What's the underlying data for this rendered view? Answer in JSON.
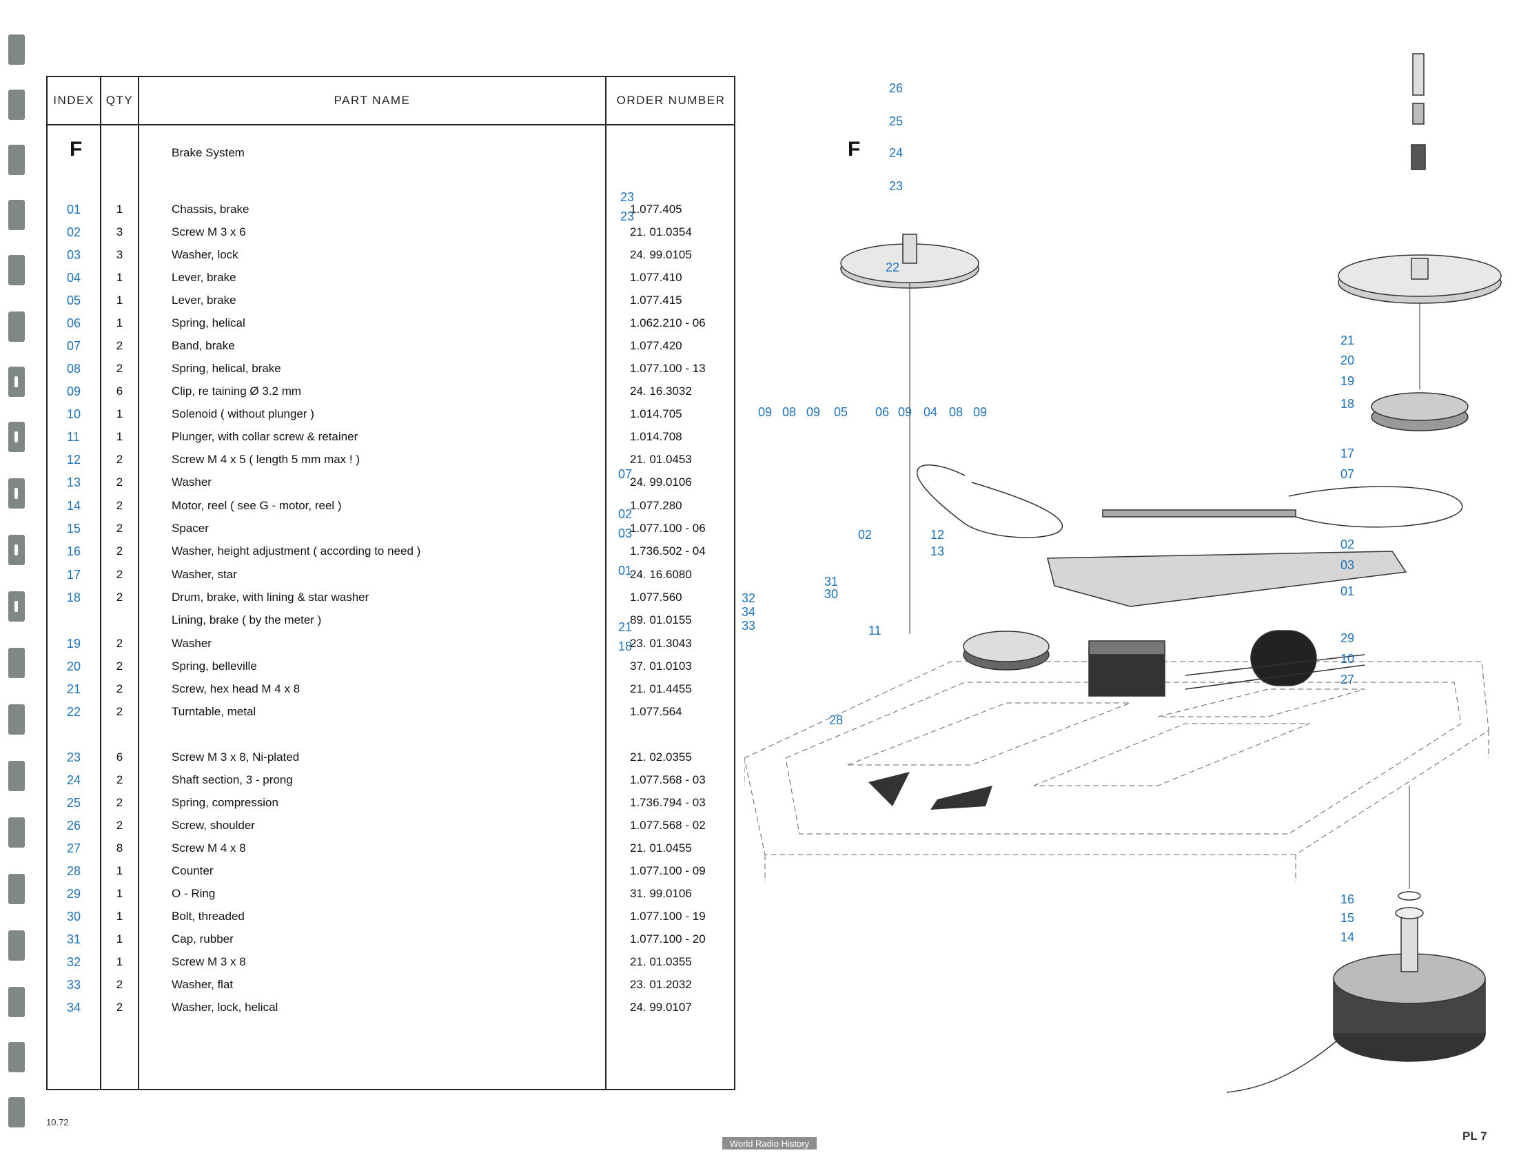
{
  "header": {
    "index": "INDEX",
    "qty": "QTY",
    "part_name": "PART NAME",
    "order_number": "ORDER NUMBER"
  },
  "section": {
    "letter": "F",
    "title": "Brake System"
  },
  "rows": [
    {
      "index": "01",
      "qty": "1",
      "name": "Chassis, brake",
      "order": "1.077.405"
    },
    {
      "index": "02",
      "qty": "3",
      "name": "Screw M 3 x 6",
      "order": "21. 01.0354"
    },
    {
      "index": "03",
      "qty": "3",
      "name": "Washer, lock",
      "order": "24. 99.0105"
    },
    {
      "index": "04",
      "qty": "1",
      "name": "Lever, brake",
      "order": "1.077.410"
    },
    {
      "index": "05",
      "qty": "1",
      "name": "Lever, brake",
      "order": "1.077.415"
    },
    {
      "index": "06",
      "qty": "1",
      "name": "Spring, helical",
      "order": "1.062.210 - 06"
    },
    {
      "index": "07",
      "qty": "2",
      "name": "Band, brake",
      "order": "1.077.420"
    },
    {
      "index": "08",
      "qty": "2",
      "name": "Spring, helical, brake",
      "order": "1.077.100 - 13"
    },
    {
      "index": "09",
      "qty": "6",
      "name": "Clip, re taining Ø 3.2 mm",
      "order": "24. 16.3032"
    },
    {
      "index": "10",
      "qty": "1",
      "name": "Solenoid ( without plunger )",
      "order": "1.014.705"
    },
    {
      "index": "11",
      "qty": "1",
      "name": "Plunger, with collar screw & retainer",
      "order": "1.014.708"
    },
    {
      "index": "12",
      "qty": "2",
      "name": "Screw M 4 x 5 ( length 5 mm max ! )",
      "order": "21. 01.0453"
    },
    {
      "index": "13",
      "qty": "2",
      "name": "Washer",
      "order": "24. 99.0106"
    },
    {
      "index": "14",
      "qty": "2",
      "name": "Motor, reel ( see G - motor, reel )",
      "order": "1.077.280"
    },
    {
      "index": "15",
      "qty": "2",
      "name": "Spacer",
      "order": "1.077.100 - 06"
    },
    {
      "index": "16",
      "qty": "2",
      "name": "Washer, height adjustment ( according to need )",
      "order": "1.736.502 - 04"
    },
    {
      "index": "17",
      "qty": "2",
      "name": "Washer, star",
      "order": "24. 16.6080"
    },
    {
      "index": "18",
      "qty": "2",
      "name": "Drum, brake, with lining & star washer",
      "order": "1.077.560"
    },
    {
      "index": "",
      "qty": "",
      "name": "Lining, brake ( by the meter )",
      "order": "89. 01.0155"
    },
    {
      "index": "19",
      "qty": "2",
      "name": "Washer",
      "order": "23. 01.3043"
    },
    {
      "index": "20",
      "qty": "2",
      "name": "Spring, belleville",
      "order": "37. 01.0103"
    },
    {
      "index": "21",
      "qty": "2",
      "name": "Screw, hex head M 4 x 8",
      "order": "21. 01.4455"
    },
    {
      "index": "22",
      "qty": "2",
      "name": "Turntable, metal",
      "order": "1.077.564"
    },
    {
      "index": "23",
      "qty": "6",
      "name": "Screw M 3 x 8, Ni-plated",
      "order": "21. 02.0355"
    },
    {
      "index": "24",
      "qty": "2",
      "name": "Shaft section, 3 - prong",
      "order": "1.077.568 - 03"
    },
    {
      "index": "25",
      "qty": "2",
      "name": "Spring, compression",
      "order": "1.736.794 - 03"
    },
    {
      "index": "26",
      "qty": "2",
      "name": "Screw, shoulder",
      "order": "1.077.568 - 02"
    },
    {
      "index": "27",
      "qty": "8",
      "name": "Screw M 4 x 8",
      "order": "21. 01.0455"
    },
    {
      "index": "28",
      "qty": "1",
      "name": "Counter",
      "order": "1.077.100 - 09"
    },
    {
      "index": "29",
      "qty": "1",
      "name": "O - Ring",
      "order": "31. 99.0106"
    },
    {
      "index": "30",
      "qty": "1",
      "name": "Bolt, threaded",
      "order": "1.077.100 - 19"
    },
    {
      "index": "31",
      "qty": "1",
      "name": "Cap, rubber",
      "order": "1.077.100 - 20"
    },
    {
      "index": "32",
      "qty": "1",
      "name": "Screw M 3 x 8",
      "order": "21. 01.0355"
    },
    {
      "index": "33",
      "qty": "2",
      "name": "Washer, flat",
      "order": "23. 01.2032"
    },
    {
      "index": "34",
      "qty": "2",
      "name": "Washer, lock, helical",
      "order": "24. 99.0107"
    }
  ],
  "diagram": {
    "letter": "F",
    "callouts": [
      {
        "label": "26"
      },
      {
        "label": "25"
      },
      {
        "label": "24"
      },
      {
        "label": "23"
      },
      {
        "label": "23"
      },
      {
        "label": "23"
      },
      {
        "label": "22"
      },
      {
        "label": "21"
      },
      {
        "label": "20"
      },
      {
        "label": "19"
      },
      {
        "label": "18"
      },
      {
        "label": "09"
      },
      {
        "label": "08"
      },
      {
        "label": "09"
      },
      {
        "label": "05"
      },
      {
        "label": "06"
      },
      {
        "label": "09"
      },
      {
        "label": "04"
      },
      {
        "label": "08"
      },
      {
        "label": "09"
      },
      {
        "label": "17"
      },
      {
        "label": "07"
      },
      {
        "label": "07"
      },
      {
        "label": "02"
      },
      {
        "label": "03"
      },
      {
        "label": "02"
      },
      {
        "label": "12"
      },
      {
        "label": "13"
      },
      {
        "label": "02"
      },
      {
        "label": "03"
      },
      {
        "label": "01"
      },
      {
        "label": "01"
      },
      {
        "label": "31"
      },
      {
        "label": "30"
      },
      {
        "label": "32"
      },
      {
        "label": "34"
      },
      {
        "label": "33"
      },
      {
        "label": "21"
      },
      {
        "label": "11"
      },
      {
        "label": "18"
      },
      {
        "label": "29"
      },
      {
        "label": "10"
      },
      {
        "label": "27"
      },
      {
        "label": "28"
      },
      {
        "label": "16"
      },
      {
        "label": "15"
      },
      {
        "label": "14"
      }
    ]
  },
  "footer": {
    "date": "10.72",
    "plate": "PL 7",
    "watermark": "World Radio History"
  },
  "colors": {
    "index_blue": "#1d72b8",
    "tab_gray": "#7f8882"
  }
}
